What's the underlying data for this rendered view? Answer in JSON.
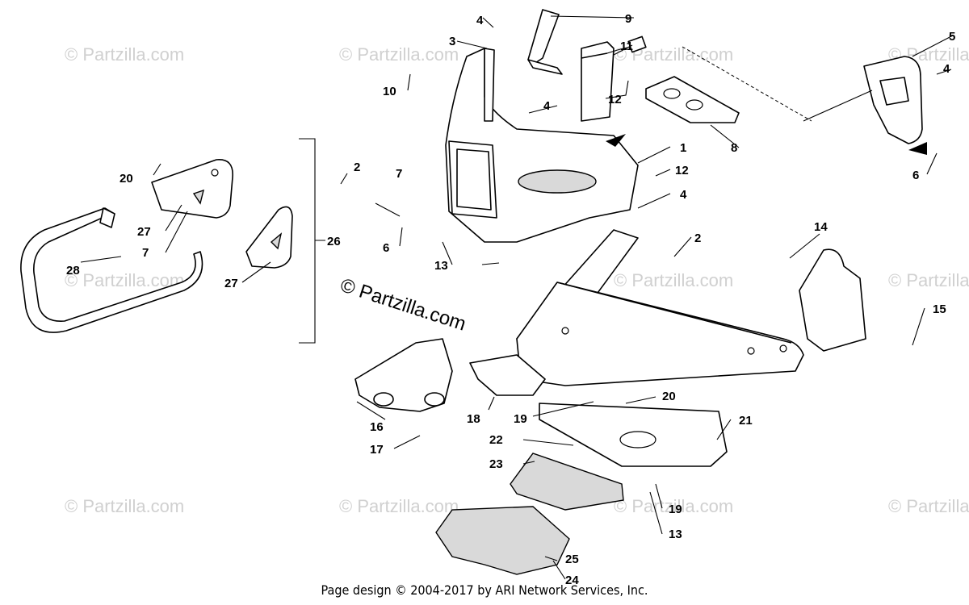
{
  "watermark": "© Partzilla.com",
  "center_mark": "© Partzilla.com",
  "footer": "Page design © 2004-2017 by ARI Network Services, Inc.",
  "callouts": [
    "1",
    "2",
    "2",
    "3",
    "4",
    "4",
    "4",
    "4",
    "5",
    "6",
    "6",
    "7",
    "7",
    "8",
    "9",
    "10",
    "11",
    "12",
    "12",
    "13",
    "13",
    "14",
    "15",
    "16",
    "17",
    "18",
    "19",
    "19",
    "20",
    "20",
    "21",
    "22",
    "23",
    "24",
    "25",
    "26",
    "27",
    "27",
    "28"
  ]
}
